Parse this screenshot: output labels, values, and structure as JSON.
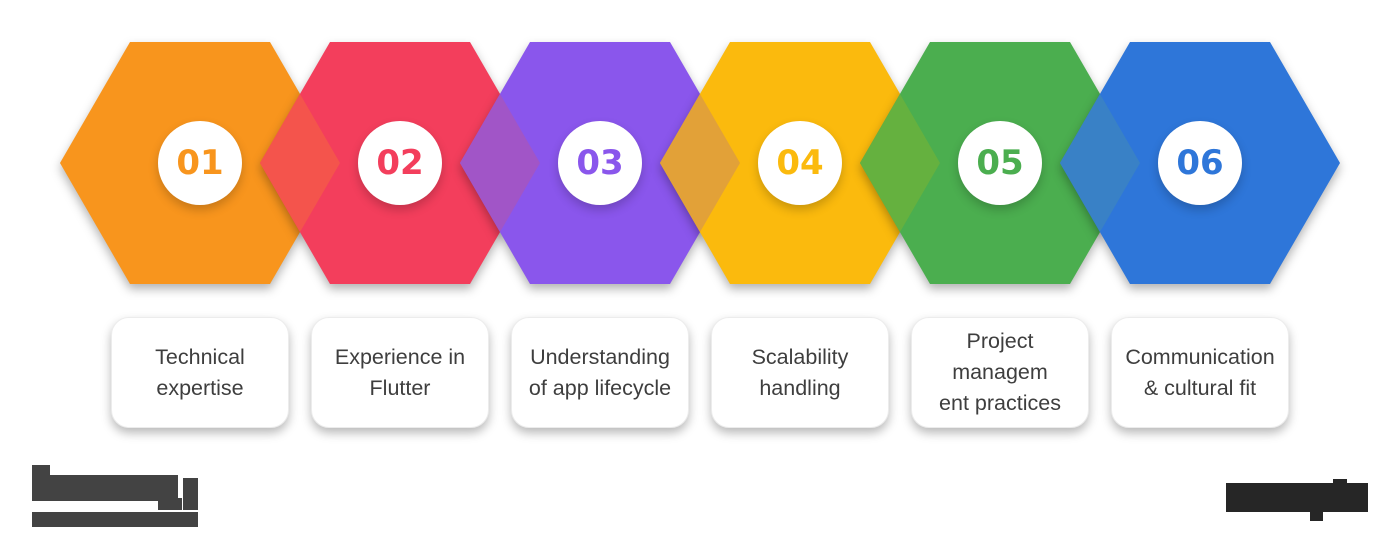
{
  "background_color": "#ffffff",
  "steps": [
    {
      "number": "01",
      "color": "#F8951D",
      "label_lines": [
        "Technical",
        "expertise"
      ]
    },
    {
      "number": "02",
      "color": "#F33E5C",
      "label_lines": [
        "Experience in",
        "Flutter"
      ]
    },
    {
      "number": "03",
      "color": "#8A56EC",
      "label_lines": [
        "Understanding",
        "of app lifecycle"
      ]
    },
    {
      "number": "04",
      "color": "#FBBA0D",
      "label_lines": [
        "Scalability",
        "handling"
      ]
    },
    {
      "number": "05",
      "color": "#4BAE4F",
      "label_lines": [
        "Project",
        "managem",
        "ent practices"
      ]
    },
    {
      "number": "06",
      "color": "#2E76D9",
      "label_lines": [
        "Communication",
        "& cultural fit"
      ]
    }
  ],
  "junction_diamonds": [
    {
      "between": "01-02",
      "color": "#F4544C"
    },
    {
      "between": "02-03",
      "color": "#A155C7"
    },
    {
      "between": "03-04",
      "color": "#E2A138"
    },
    {
      "between": "04-05",
      "color": "#65B13F"
    },
    {
      "between": "05-06",
      "color": "#3981C6"
    }
  ],
  "text_color": "#3E3E3E",
  "watermarks": {
    "left": {
      "kind": "pixelated-redacted-logo",
      "color": "#434343"
    },
    "right": {
      "kind": "pixelated-redacted-logo",
      "color": "#262626"
    }
  }
}
